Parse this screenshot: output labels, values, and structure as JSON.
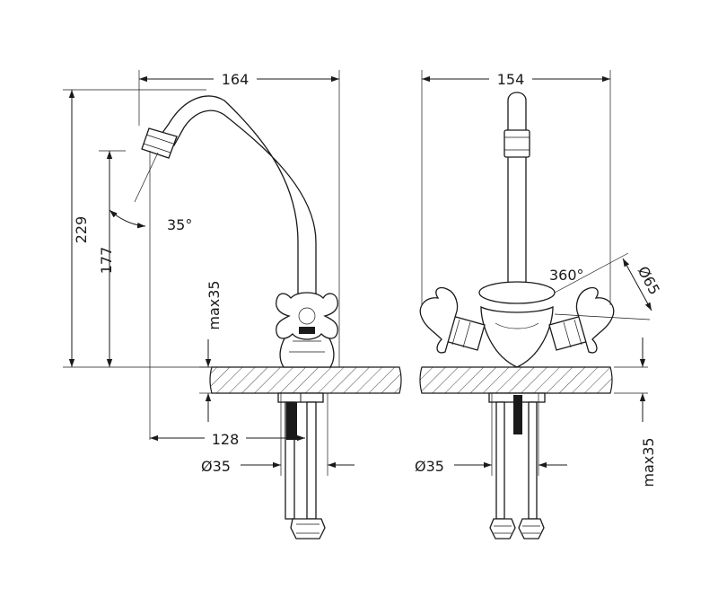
{
  "dimensions": {
    "side_width": "164",
    "front_width": "154",
    "total_height": "229",
    "spout_height": "177",
    "spout_angle": "35°",
    "max_thickness_side": "max35",
    "max_thickness_front": "max35",
    "spout_reach": "128",
    "hole_diameter_side": "Ø35",
    "hole_diameter_front": "Ø35",
    "rotation": "360°",
    "base_diameter": "Ø65"
  }
}
